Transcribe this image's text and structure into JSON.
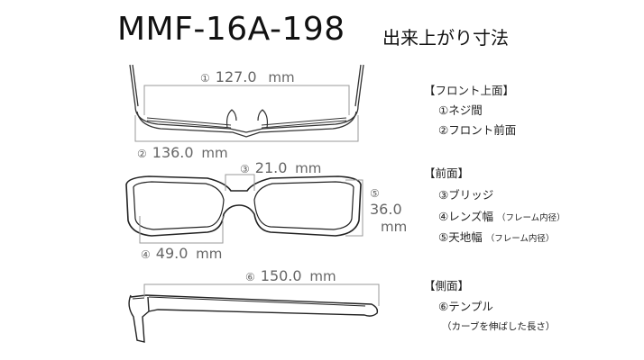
{
  "header": {
    "model": "MMF-16A-198",
    "subtitle": "出来上がり寸法"
  },
  "dimensions": {
    "d1": {
      "marker": "①",
      "value": "127.0",
      "unit": "mm"
    },
    "d2": {
      "marker": "②",
      "value": "136.0",
      "unit": "mm"
    },
    "d3": {
      "marker": "③",
      "value": "21.0",
      "unit": "mm"
    },
    "d4": {
      "marker": "④",
      "value": "49.0",
      "unit": "mm"
    },
    "d5": {
      "marker": "⑤",
      "value": "36.0",
      "unit": "mm"
    },
    "d6": {
      "marker": "⑥",
      "value": "150.0",
      "unit": "mm"
    }
  },
  "legend": {
    "front_top": {
      "heading": "【フロント上面】",
      "items": [
        "①ネジ間",
        "②フロント前面"
      ]
    },
    "front": {
      "heading": "【前面】",
      "items": [
        "③ブリッジ",
        "④レンズ幅",
        "⑤天地幅"
      ],
      "note": "（フレーム内径）"
    },
    "side": {
      "heading": "【側面】",
      "items": [
        "⑥テンプル"
      ],
      "note": "（カーブを伸ばした長さ）"
    }
  }
}
